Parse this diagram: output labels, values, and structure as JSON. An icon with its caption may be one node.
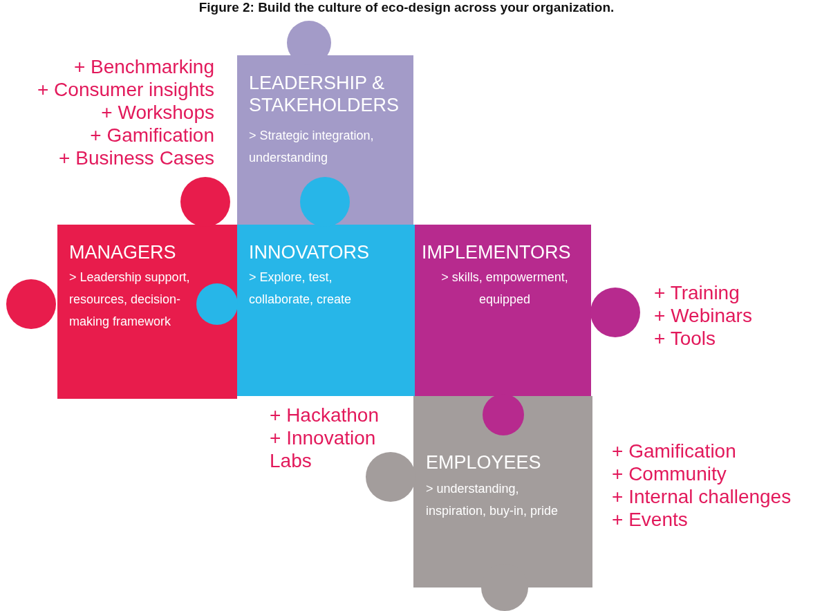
{
  "diagram": {
    "title": "Figure 2: Build the culture of eco-design across your organization.",
    "nodes": [
      {
        "text": [
          "LEADERSHIP & STAKEHOLDERS",
          "> Strategic integration, understanding"
        ],
        "beside": [
          "+ Benchmarking",
          "+ Consumer insights",
          "+ Workshops",
          "+ Gamification",
          "+ Business Cases"
        ]
      },
      {
        "text": [
          "MANAGERS",
          "> Leadership support, resources, decision-making framework"
        ]
      },
      {
        "text": [
          "INNOVATORS",
          "> Explore, test, collaborate, create"
        ],
        "beside": [
          "+ Hackathon",
          "+ Innovation Labs"
        ]
      },
      {
        "text": [
          "IMPLEMENTORS",
          "> skills, empowerment, equipped"
        ],
        "beside": [
          "+ Training",
          "+ Webinars",
          "+ Tools"
        ]
      },
      {
        "text": [
          "EMPLOYEES",
          "> understanding, inspiration, buy-in, pride"
        ],
        "beside": [
          "+ Gamification",
          "+ Community",
          "+ Internal challenges",
          "+ Events"
        ]
      }
    ],
    "edges": []
  }
}
